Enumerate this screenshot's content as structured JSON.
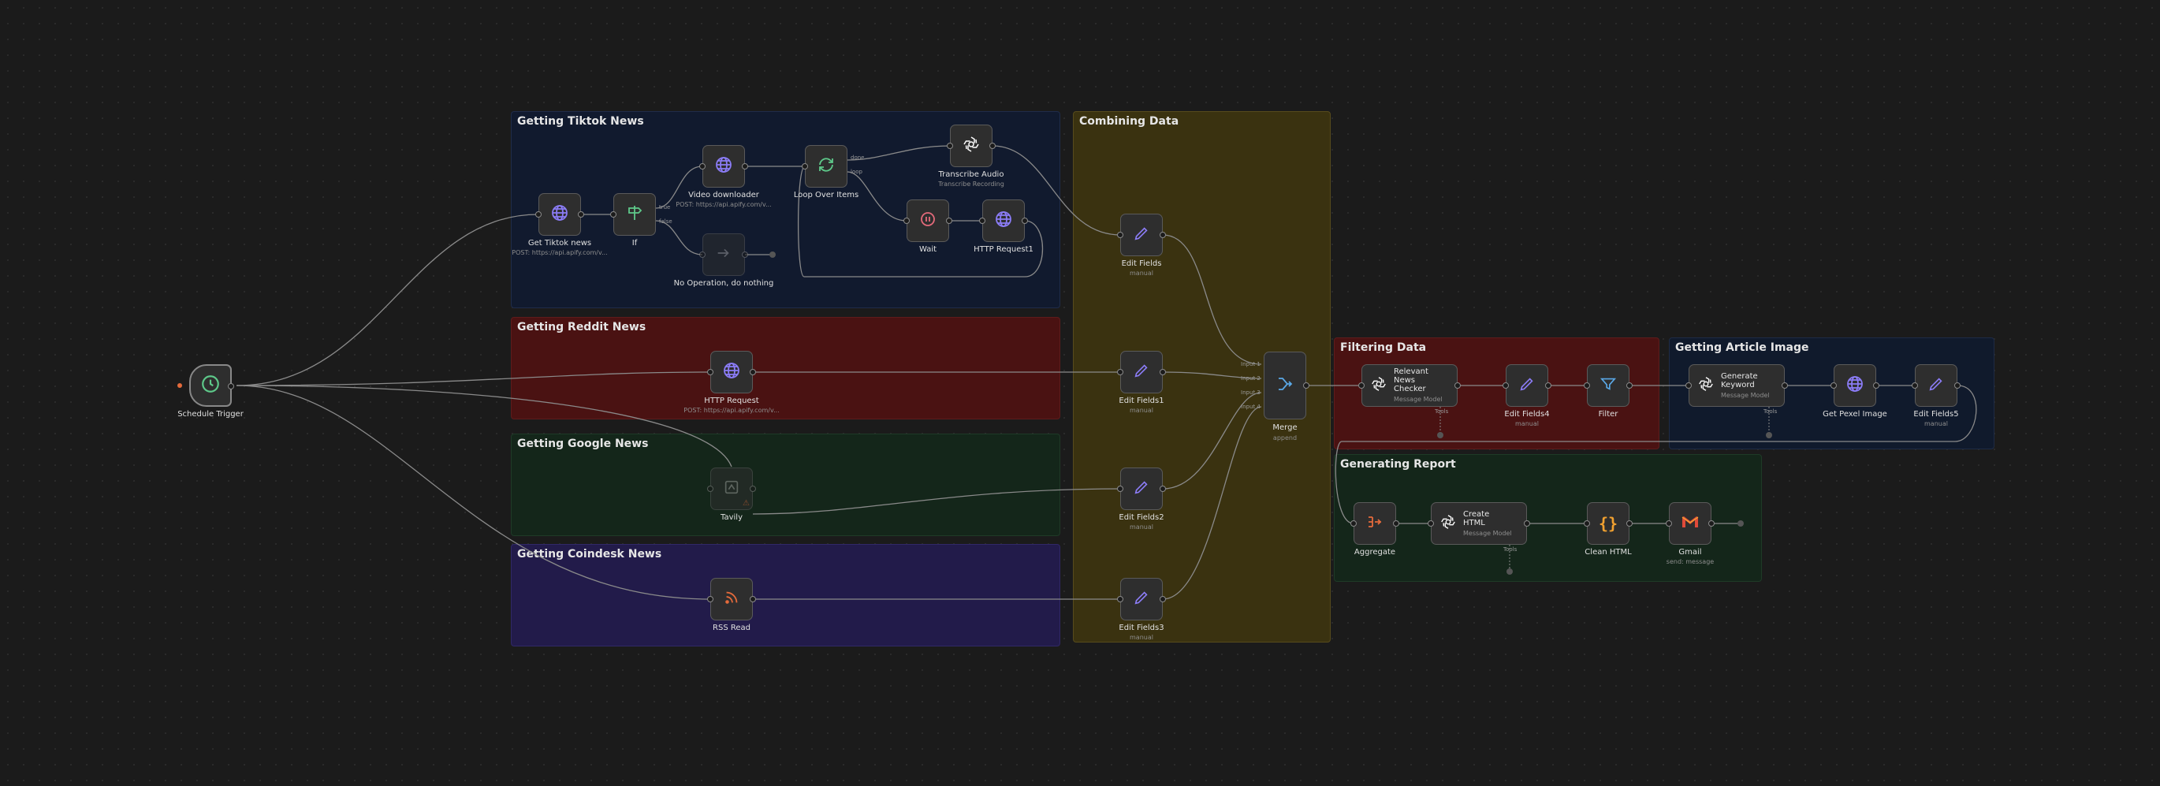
{
  "colors": {
    "tiktok_bg": "#111a2e",
    "reddit_bg": "#4a1212",
    "google_bg": "#14261a",
    "coindesk_bg": "#221b4a",
    "combining_bg": "#3a3210",
    "filtering_bg": "#4a1212",
    "article_bg": "#101a2c",
    "report_bg": "#14261a",
    "wire": "#8a8a8a",
    "accent_purple": "#8b7cf6",
    "accent_green": "#5ec98a",
    "accent_orange": "#e46a3b"
  },
  "sections": {
    "tiktok": "Getting Tiktok News",
    "reddit": "Getting Reddit News",
    "google": "Getting Google News",
    "coindesk": "Getting Coindesk News",
    "combining": "Combining Data",
    "filtering": "Filtering Data",
    "article": "Getting Article Image",
    "report": "Generating Report"
  },
  "nodes": {
    "schedule": {
      "label": "Schedule Trigger",
      "icon": "clock-icon"
    },
    "get_tiktok": {
      "label": "Get Tiktok news",
      "sub": "POST: https://api.apify.com/v...",
      "icon": "globe-icon"
    },
    "if": {
      "label": "If",
      "icon": "signpost-icon",
      "true": "true",
      "false": "false"
    },
    "video_dl": {
      "label": "Video downloader",
      "sub": "POST: https://api.apify.com/v...",
      "icon": "globe-icon"
    },
    "noop": {
      "label": "No Operation, do nothing",
      "icon": "arrow-right-icon"
    },
    "loop": {
      "label": "Loop Over Items",
      "icon": "loop-icon",
      "done": "done",
      "loop": "loop"
    },
    "transcribe": {
      "label": "Transcribe Audio",
      "sub": "Transcribe Recording",
      "icon": "openai-icon"
    },
    "wait": {
      "label": "Wait",
      "icon": "pause-icon"
    },
    "http1": {
      "label": "HTTP Request1",
      "icon": "globe-icon"
    },
    "edit_fields": {
      "label": "Edit Fields",
      "sub": "manual",
      "icon": "pencil-icon"
    },
    "http": {
      "label": "HTTP Request",
      "sub": "POST: https://api.apify.com/v...",
      "icon": "globe-icon"
    },
    "edit1": {
      "label": "Edit Fields1",
      "sub": "manual",
      "icon": "pencil-icon"
    },
    "tavily": {
      "label": "Tavily",
      "icon": "tavily-icon"
    },
    "edit2": {
      "label": "Edit Fields2",
      "sub": "manual",
      "icon": "pencil-icon"
    },
    "rss": {
      "label": "RSS Read",
      "icon": "rss-icon"
    },
    "edit3": {
      "label": "Edit Fields3",
      "sub": "manual",
      "icon": "pencil-icon"
    },
    "merge": {
      "label": "Merge",
      "sub": "append",
      "icon": "merge-icon",
      "inputs": [
        "Input 1",
        "Input 2",
        "Input 3",
        "Input 4"
      ]
    },
    "relevant": {
      "title": "Relevant News Checker",
      "sub": "Message Model",
      "icon": "openai-icon",
      "tool": "Tools"
    },
    "edit4": {
      "label": "Edit Fields4",
      "sub": "manual",
      "icon": "pencil-icon"
    },
    "filter": {
      "label": "Filter",
      "icon": "funnel-icon"
    },
    "keyword": {
      "title": "Generate Keyword",
      "sub": "Message Model",
      "icon": "openai-icon",
      "tool": "Tools"
    },
    "pexel": {
      "label": "Get Pexel Image",
      "icon": "globe-icon"
    },
    "edit5": {
      "label": "Edit Fields5",
      "sub": "manual",
      "icon": "pencil-icon"
    },
    "aggregate": {
      "label": "Aggregate",
      "icon": "aggregate-icon"
    },
    "create_html": {
      "title": "Create HTML",
      "sub": "Message Model",
      "icon": "openai-icon",
      "tool": "Tools"
    },
    "clean_html": {
      "label": "Clean HTML",
      "icon": "braces-icon"
    },
    "gmail": {
      "label": "Gmail",
      "sub": "send: message",
      "icon": "gmail-icon"
    }
  }
}
